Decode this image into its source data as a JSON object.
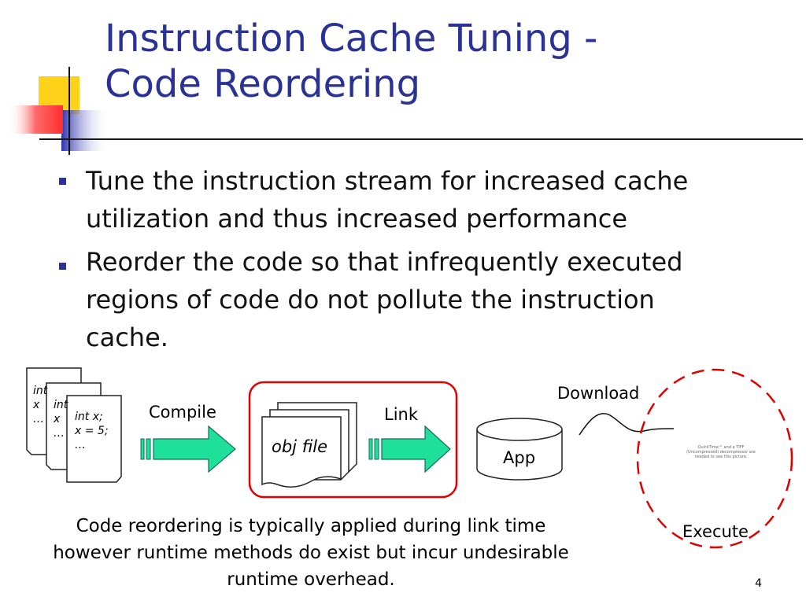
{
  "slide": {
    "title_line1": "Instruction Cache Tuning -",
    "title_line2": "Code Reordering",
    "bullets": [
      {
        "line1": "Tune the instruction stream for increased cache",
        "line2": "utilization and thus increased performance"
      },
      {
        "line1": "Reorder the code so that infrequently executed",
        "line2": "regions of code do not pollute the instruction",
        "line3": "cache."
      }
    ],
    "page_number": "4"
  },
  "diagram": {
    "source_pages": {
      "back_line1": "int",
      "back_line2": "x",
      "back_line3": "…",
      "mid_line1": "int",
      "mid_line2": "x",
      "mid_line3": "…",
      "front_line1": "int x;",
      "front_line2": "x = 5;",
      "front_line3": "…"
    },
    "compile_label": "Compile",
    "obj_file_label": "obj file",
    "link_label": "Link",
    "app_label": "App",
    "download_label": "Download",
    "execute_label": "Execute",
    "quicktime_text": "QuickTime™ and a TIFF (Uncompressed) decompressor are needed to see this picture.",
    "caption": "Code reordering is typically applied during link time however runtime methods do exist but incur undesirable runtime overhead."
  },
  "colors": {
    "title": "#2b3296",
    "arrow": "#1ee09a",
    "highlight_box": "#e00000",
    "execute_circle": "#e00000"
  }
}
